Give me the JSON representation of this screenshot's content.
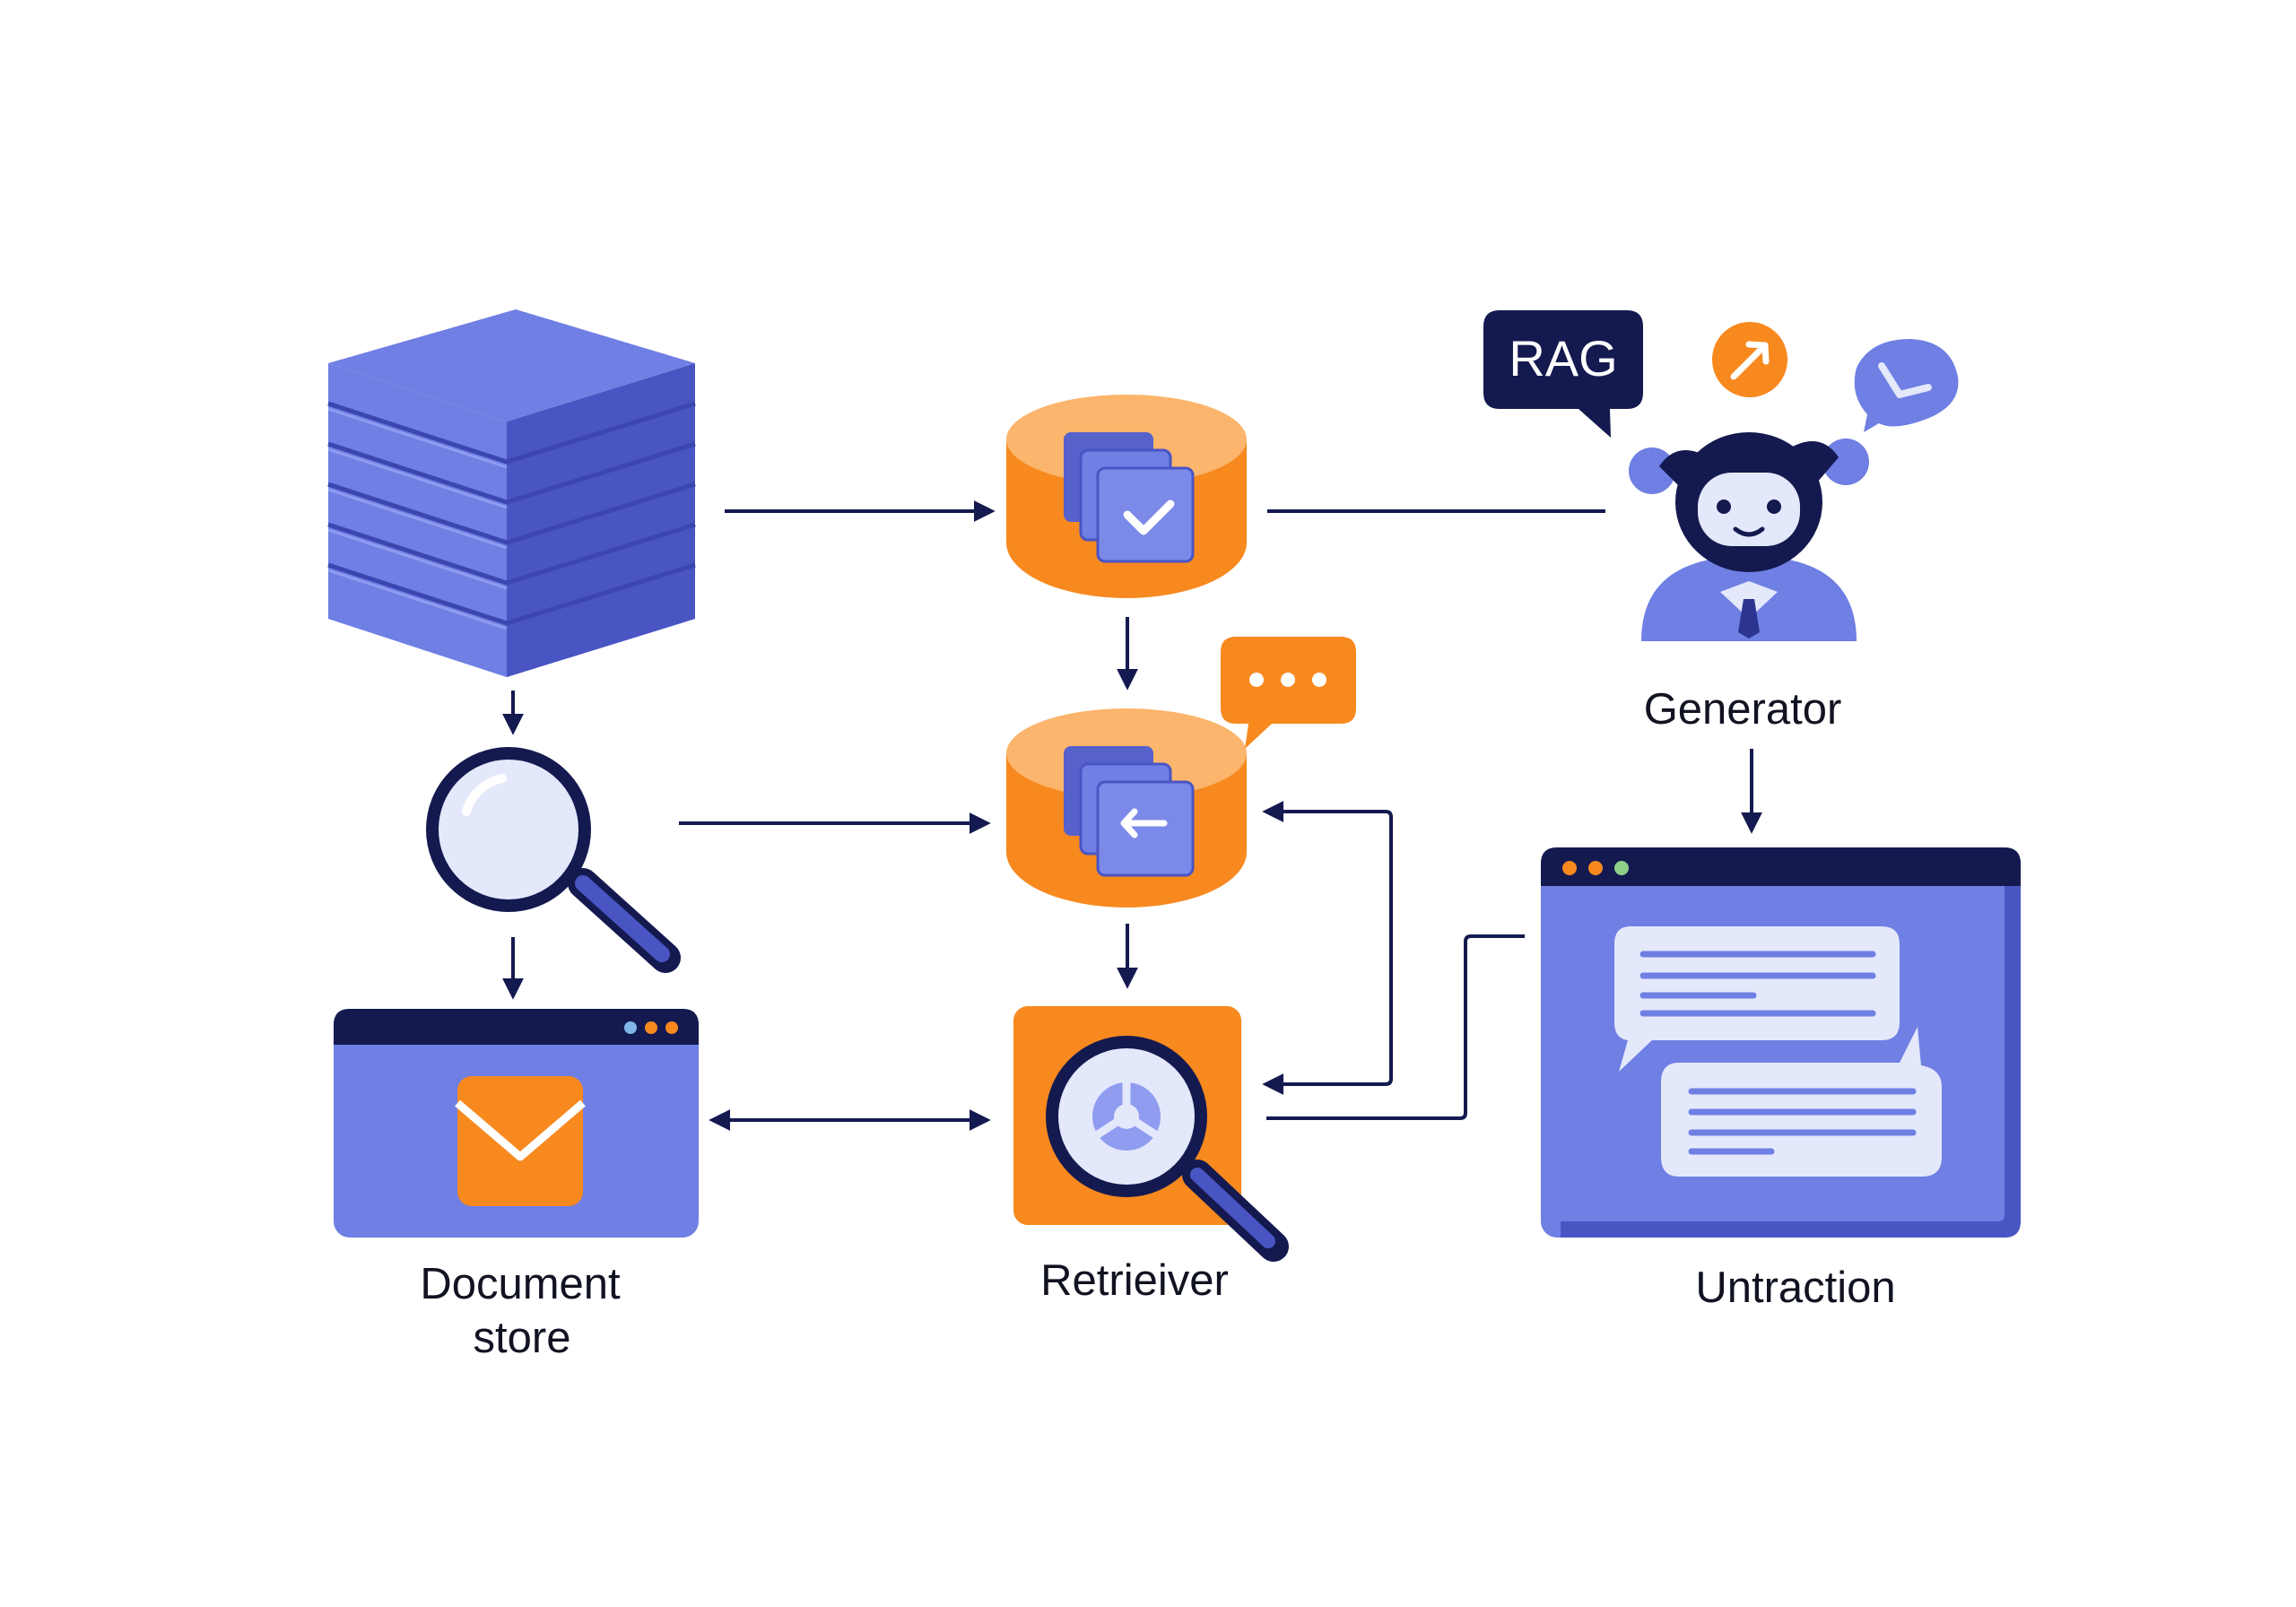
{
  "colors": {
    "accent": "#6f7fe3",
    "accent_dark": "#4a55c4",
    "orange": "#f7891f",
    "orange_light": "#fbb56c",
    "navy": "#141a4f",
    "pale": "#e4e8fb"
  },
  "labels": {
    "document_store_line1": "Document",
    "document_store_line2": "store",
    "retriever": "Retrieiver",
    "generator": "Generator",
    "untraction": "Untraction",
    "rag_bubble": "RAG"
  },
  "icons": [
    "stack-layers-icon",
    "magnifier-icon",
    "document-store-window-icon",
    "mail-icon",
    "database-check-icon",
    "database-return-icon",
    "chat-dots-icon",
    "retriever-search-icon",
    "robot-assistant-icon",
    "rag-speech-bubble-icon",
    "arrow-badge-icon",
    "check-bubble-icon",
    "chat-window-icon"
  ]
}
